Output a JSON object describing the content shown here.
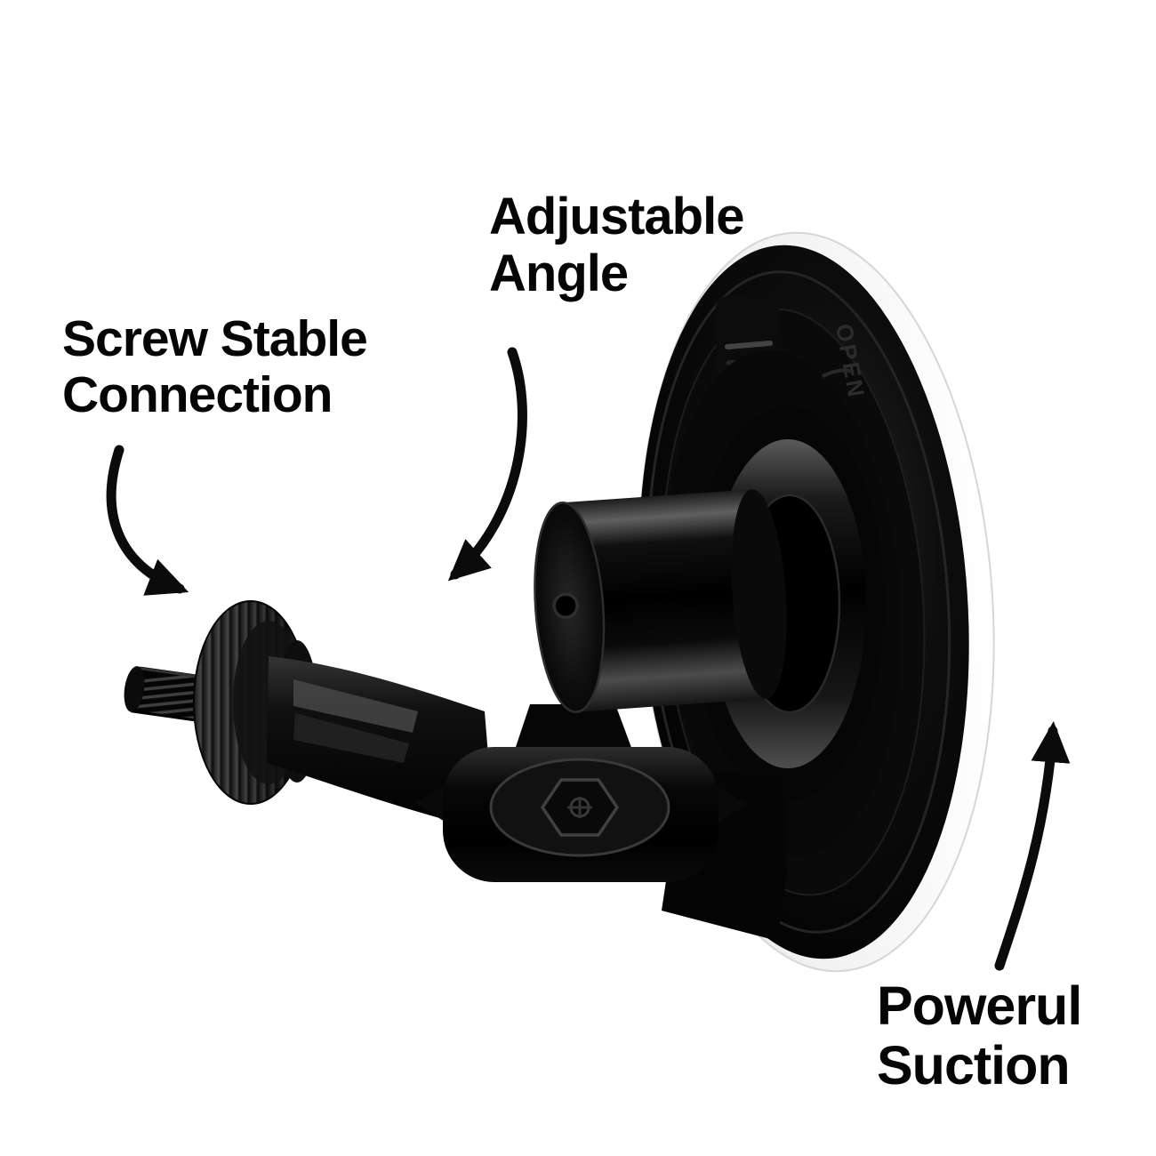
{
  "scene": {
    "background_color": "#ffffff",
    "text_color": "#050505",
    "product_color": "#0a0a0a"
  },
  "labels": {
    "adjustable_angle": {
      "line1": "Adjustable",
      "line2": "Angle"
    },
    "screw_connection": {
      "line1": "Screw Stable",
      "line2": "Connection"
    },
    "powerful_suction": {
      "line1": "Powerul",
      "line2": "Suction"
    }
  },
  "product": {
    "type": "suction cup camera mount",
    "embossed_label": "OPEN"
  }
}
